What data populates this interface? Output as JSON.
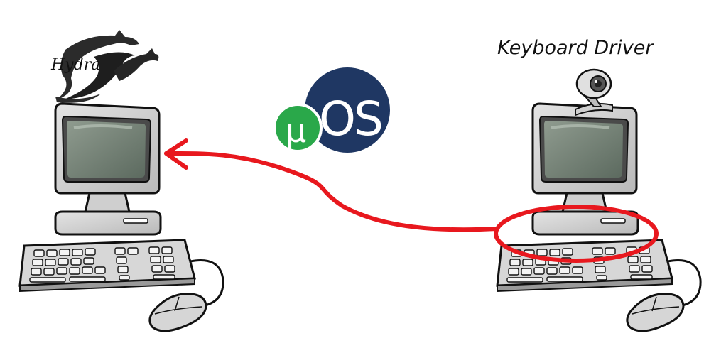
{
  "caption": "Keyboard Driver",
  "hydra_logo": {
    "text": "Hydra",
    "icon": "hydra-dragon-logo-icon"
  },
  "muos_logo": {
    "mu": "µ",
    "os": "OS",
    "mu_color": "#2aa84a",
    "os_color": "#1f3763",
    "icon": "muos-logo-icon"
  },
  "arrow": {
    "color": "#e8181e",
    "icon": "red-arrow-icon"
  },
  "highlight": {
    "color": "#e8181e",
    "target": "keyboard"
  },
  "devices": [
    {
      "name": "host-computer",
      "icon": "desktop-computer-icon"
    },
    {
      "name": "target-computer",
      "icon": "desktop-computer-with-webcam-icon"
    }
  ]
}
